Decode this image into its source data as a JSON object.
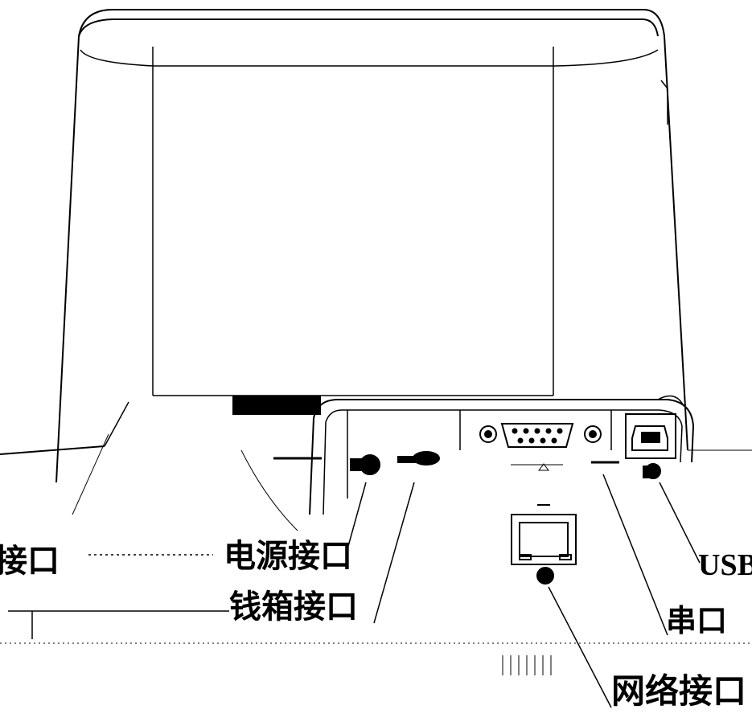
{
  "labels": {
    "left_cut": "接口",
    "power": "电源接口",
    "cashbox": "钱箱接口",
    "usb": "USB",
    "serial": "串口",
    "network": "网络接口"
  }
}
